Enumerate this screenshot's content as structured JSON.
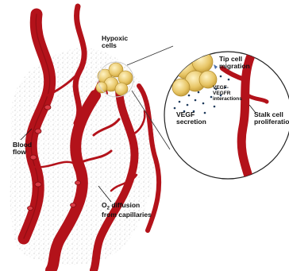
{
  "labels": {
    "hypoxic_cells": "Hypoxic\ncells",
    "blood_flow": "Blood\nflow",
    "o2_diffusion_lead": "O",
    "o2_diffusion_sub": "2",
    "o2_diffusion_rest": " diffusion\nfrom capillaries",
    "tip_cell_migration": "Tip cell\nmigration",
    "vegf_vegfr_interactions": "VEGF-\nVEGFR\ninteractions",
    "vegf_secretion": "VEGF\nsecretion",
    "stalk_cell_proliferation": "Stalk cell\nproliferation"
  },
  "colors": {
    "vessel": "#b3121a",
    "vessel_dark": "#7d0a0f",
    "lumen": "#d93a44",
    "cells": "#e8c76a",
    "cells_light": "#f5e2a0",
    "vegf_dots": "#1f3b5c",
    "tissue_speckle": "#bfbfbf",
    "receptor": "#4d6fa8"
  }
}
